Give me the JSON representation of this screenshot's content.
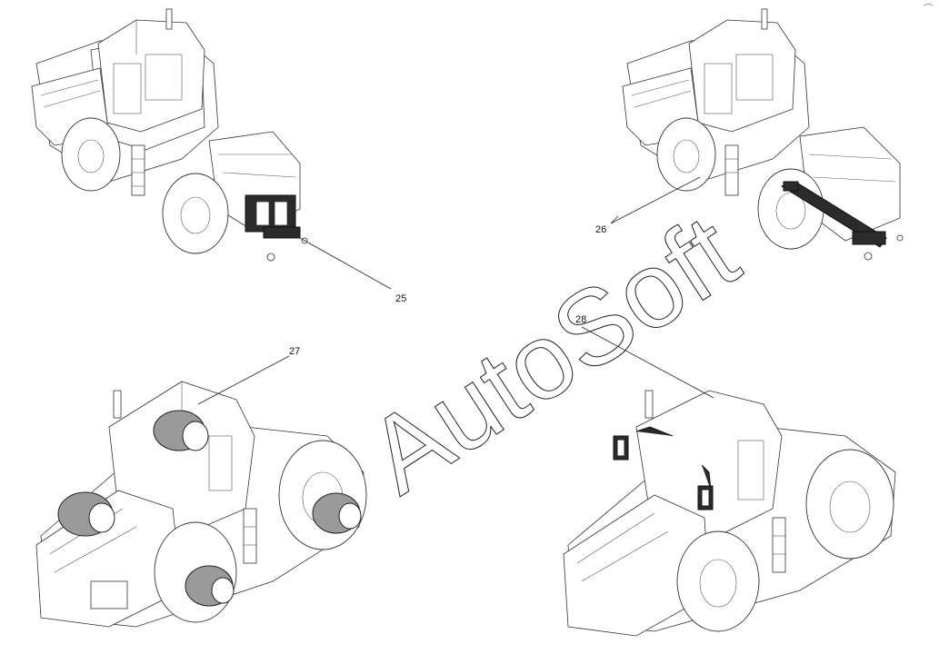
{
  "watermark": "AutoSoft",
  "callouts": [
    {
      "id": "25",
      "label": "25"
    },
    {
      "id": "26",
      "label": "26"
    },
    {
      "id": "27",
      "label": "27"
    },
    {
      "id": "28",
      "label": "28"
    }
  ]
}
